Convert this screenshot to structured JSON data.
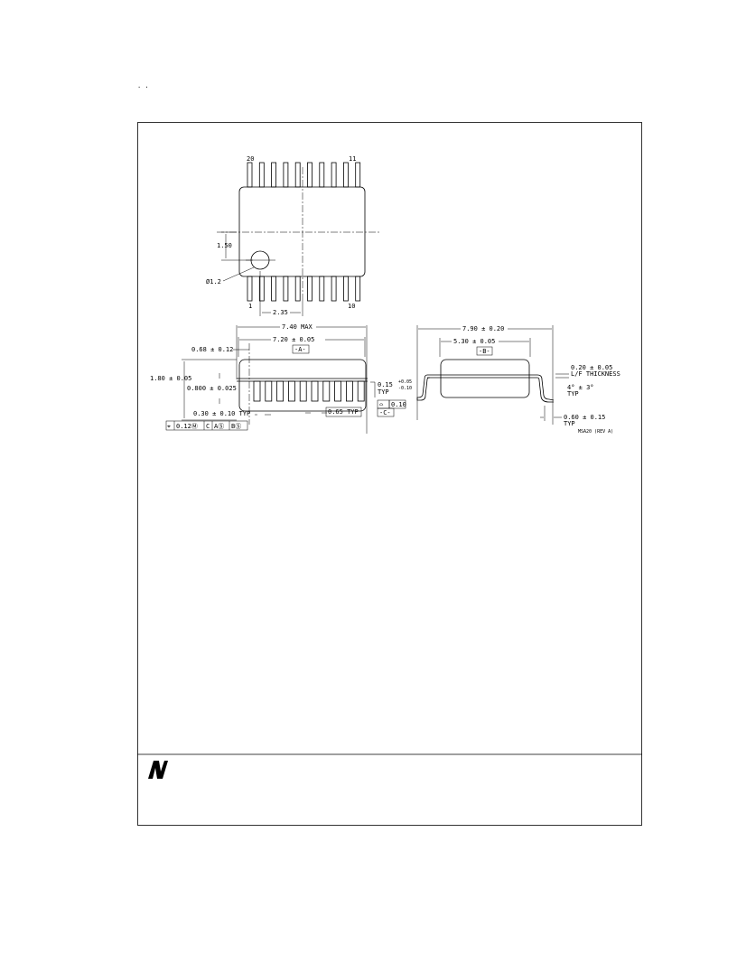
{
  "top_view": {
    "pin_label_20": "20",
    "pin_label_11": "11",
    "pin_label_1": "1",
    "pin_label_10": "10",
    "dim_1_50": "1.50",
    "dim_dia": "Ø1.2",
    "dim_2_35": "2.35"
  },
  "side_view": {
    "dim_7_40": "7.40 MAX",
    "dim_7_20": "7.20 ± 0.05",
    "datum_a": "-A-",
    "dim_0_68": "0.68 ± 0.12",
    "dim_1_80": "1.80 ± 0.05",
    "dim_0_800": "0.800 ± 0.025",
    "dim_0_15": "0.15",
    "tol_0_15_plus": "+0.05",
    "tol_0_15_minus": "-0.10",
    "typ": "TYP",
    "dim_0_30": "0.30 ± 0.10 TYP",
    "dim_0_65": "0.65 TYP",
    "flatness_value": "0.10",
    "datum_c": "-C-",
    "fcf": [
      "⌖",
      "0.12Ⓜ",
      "C",
      "AⓈ",
      "BⓈ"
    ]
  },
  "end_view": {
    "dim_7_90": "7.90 ± 0.20",
    "dim_5_30": "5.30 ± 0.05",
    "datum_b": "-B-",
    "dim_0_20": "0.20 ± 0.05",
    "lf_thickness": "L/F THICKNESS",
    "angle": "4° ± 3°",
    "angle_typ": "TYP",
    "dim_0_60": "0.60 ± 0.15",
    "dim_0_60_typ": "TYP",
    "drawing_id": "MSA20 (REV A)"
  }
}
